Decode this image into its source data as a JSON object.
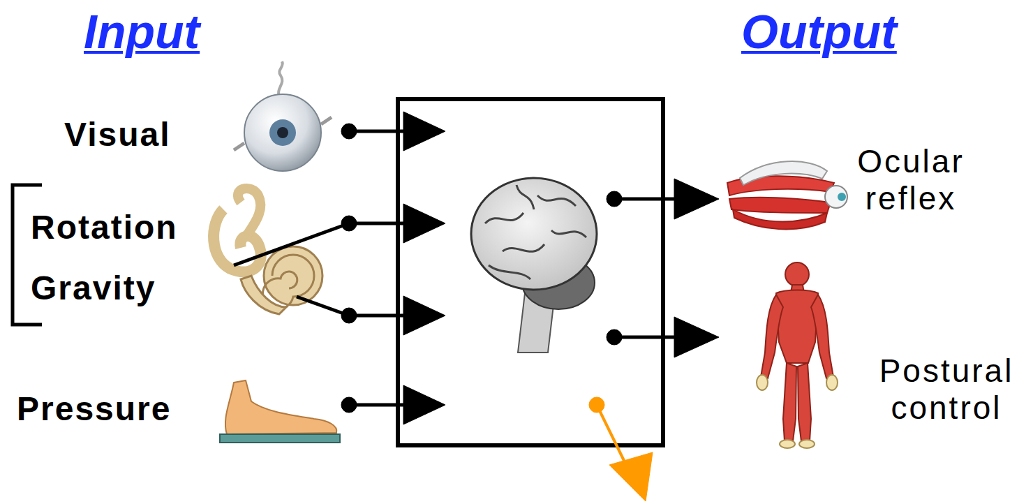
{
  "diagram": {
    "labels": [
      "Input",
      "Output",
      "Visual",
      "Rotation",
      "Gravity",
      "Pressure",
      "Ocular reflex",
      "Postural control"
    ]
  }
}
